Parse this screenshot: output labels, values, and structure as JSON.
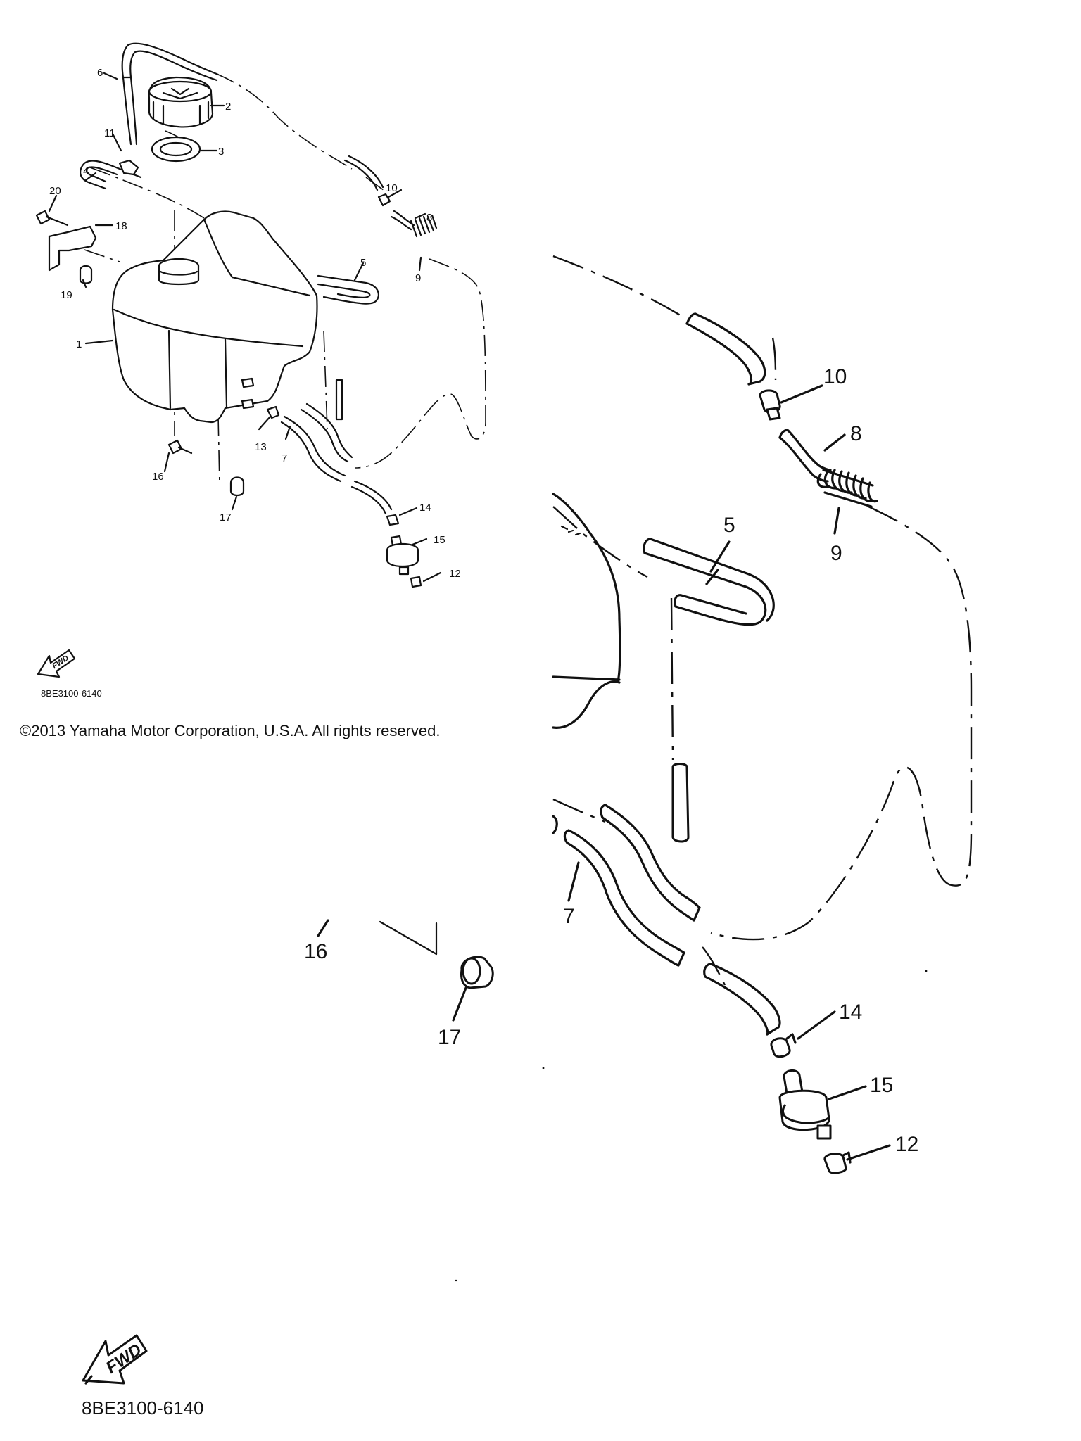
{
  "overview": {
    "labels": [
      "1",
      "2",
      "3",
      "4",
      "5",
      "6",
      "7",
      "8",
      "9",
      "10",
      "11",
      "12",
      "13",
      "14",
      "15",
      "16",
      "17",
      "18",
      "19",
      "20"
    ],
    "drawing_code": "8BE3100-6140",
    "fwd_text": "FWD"
  },
  "copyright": "©2013 Yamaha Motor Corporation, U.S.A. All rights reserved.",
  "detail": {
    "labels": [
      "10",
      "8",
      "9",
      "5",
      "7",
      "16",
      "17",
      "14",
      "15",
      "12"
    ],
    "drawing_code": "8BE3100-6140",
    "fwd_text": "FWD"
  },
  "icons": [
    "fwd-arrow-icon"
  ]
}
